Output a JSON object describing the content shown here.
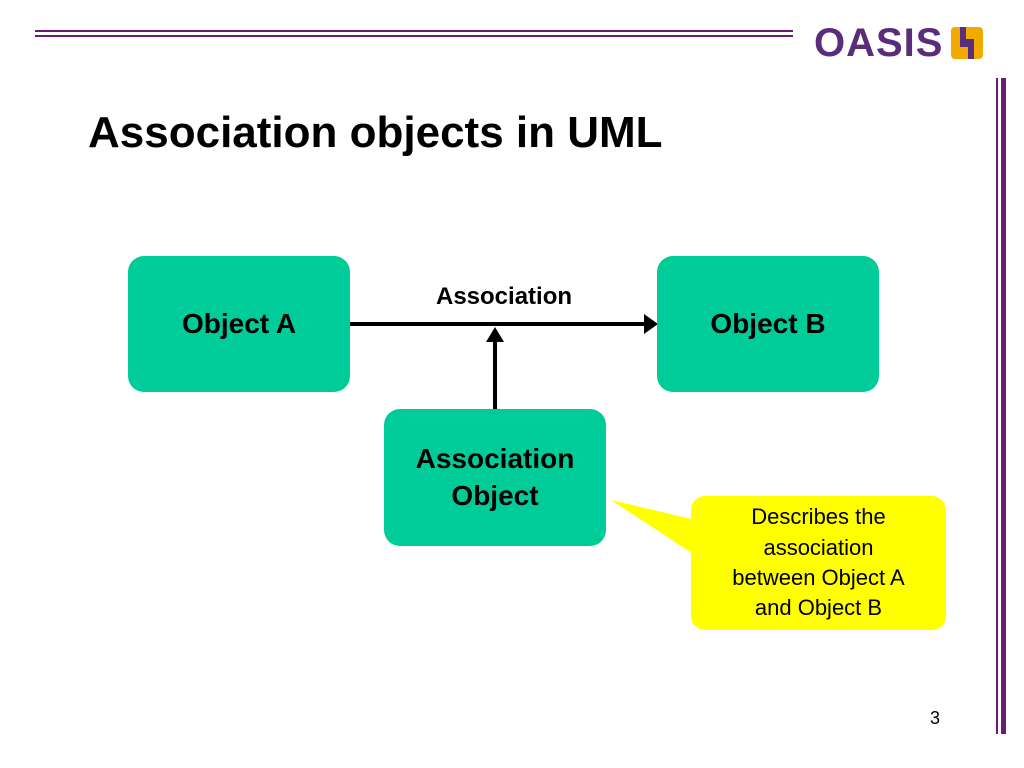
{
  "header": {
    "logo_text": "OASIS",
    "logo_icon": "oasis-logo-mark"
  },
  "title": "Association objects in UML",
  "diagram": {
    "nodes": {
      "object_a": "Object A",
      "object_b": "Object B",
      "association_object_line1": "Association",
      "association_object_line2": "Object"
    },
    "edge_label": "Association",
    "callout": {
      "line1": "Describes the",
      "line2": "association",
      "line3": "between Object A",
      "line4": "and Object B"
    }
  },
  "footer": {
    "page_number": "3"
  },
  "colors": {
    "accent": "#6a1b74",
    "node_fill": "#00cc99",
    "callout_fill": "#ffff00",
    "logo_text": "#5a2d7a",
    "logo_mark": "#f2a900"
  }
}
